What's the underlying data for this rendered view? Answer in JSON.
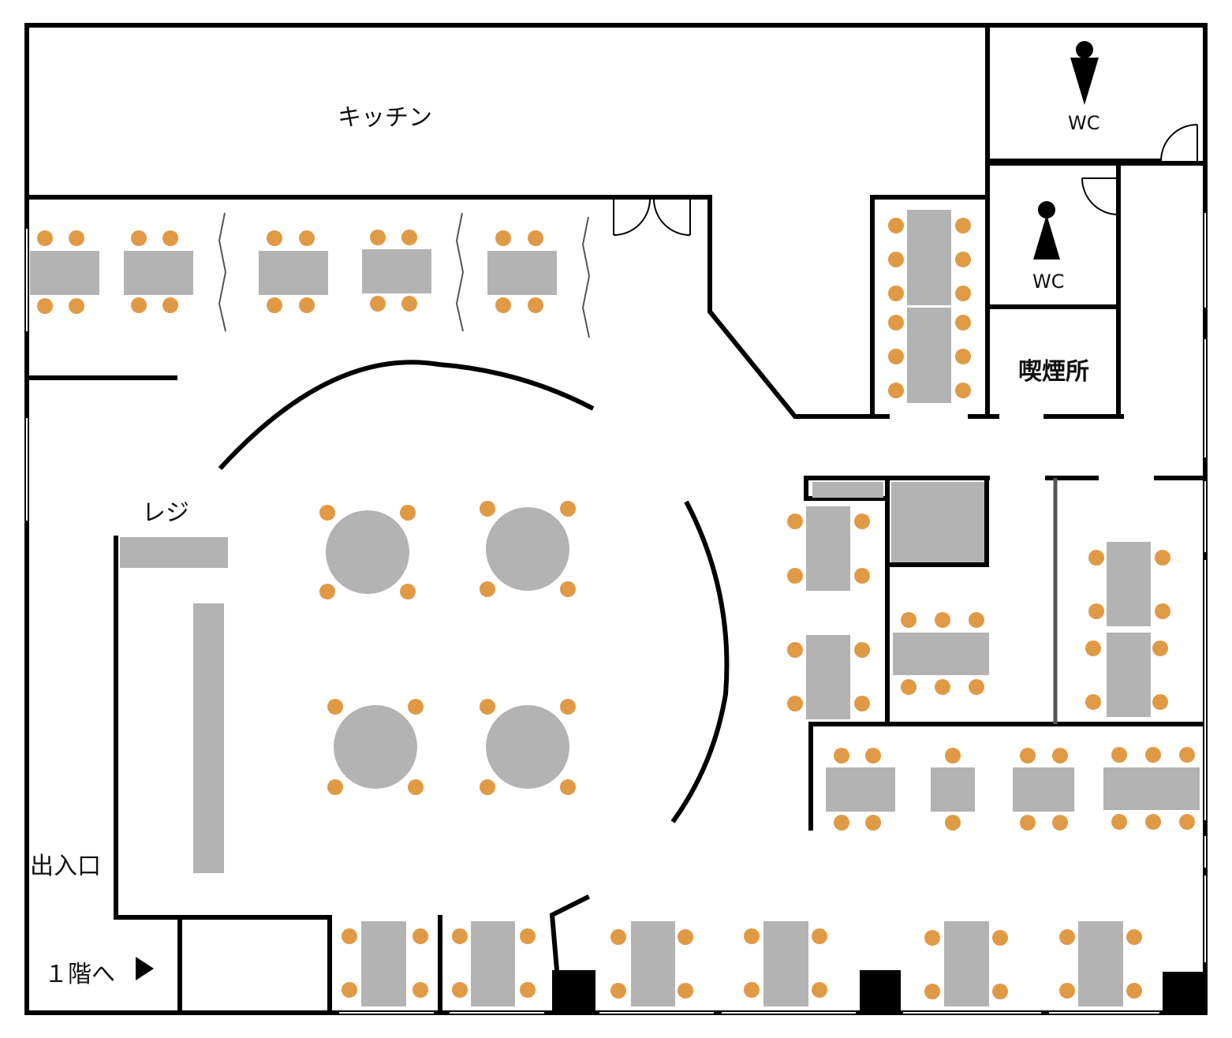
{
  "labels": {
    "kitchen": "キッチン",
    "register": "レジ",
    "entrance": "出入口",
    "to_first_floor": "１階へ",
    "smoking_room": "喫煙所",
    "wc_men": "WC",
    "wc_women": "WC"
  },
  "colors": {
    "wall": "#000000",
    "table": "#b3b3b3",
    "chair": "#e09a45",
    "partition": "#555555",
    "background": "#ffffff"
  },
  "icons": {
    "men": "male-restroom-icon",
    "women": "female-restroom-icon",
    "stairs": "right-triangle-arrow-icon"
  }
}
